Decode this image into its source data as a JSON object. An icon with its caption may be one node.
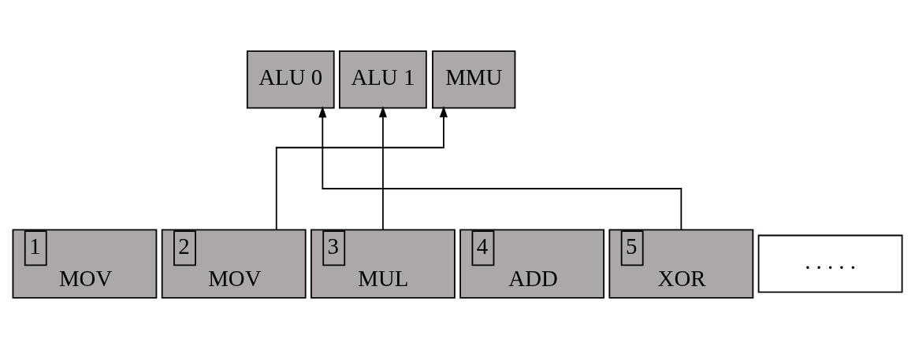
{
  "diagram": {
    "nodes": [
      {
        "text": [
          "ALU 0"
        ]
      },
      {
        "text": [
          "ALU 1"
        ]
      },
      {
        "text": [
          "MMU"
        ]
      },
      {
        "text": [
          "1",
          "MOV"
        ]
      },
      {
        "text": [
          "2",
          "MOV"
        ]
      },
      {
        "text": [
          "3",
          "MUL"
        ]
      },
      {
        "text": [
          "4",
          "ADD"
        ]
      },
      {
        "text": [
          "5",
          "XOR"
        ]
      },
      {
        "text": [
          ". . . . ."
        ]
      }
    ],
    "edges": [
      {
        "from": 4,
        "to": 2,
        "arrow": "to"
      },
      {
        "from": 5,
        "to": 1,
        "arrow": "to"
      },
      {
        "from": 7,
        "to": 0,
        "arrow": "to"
      }
    ]
  }
}
